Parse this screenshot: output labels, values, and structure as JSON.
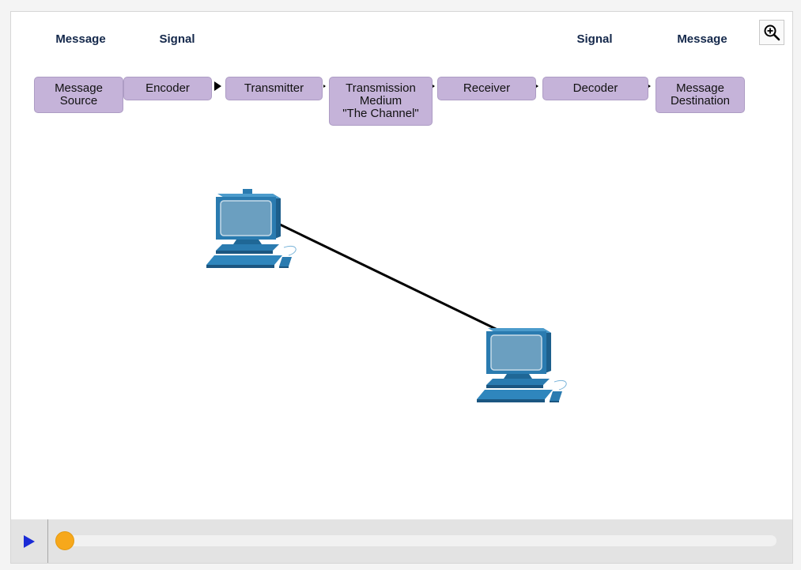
{
  "header_labels": {
    "message_left": "Message",
    "signal_left": "Signal",
    "signal_right": "Signal",
    "message_right": "Message"
  },
  "stages": [
    {
      "label": "Message\nSource"
    },
    {
      "label": "Encoder"
    },
    {
      "label": "Transmitter"
    },
    {
      "label": "Transmission\nMedium\n\"The Channel\""
    },
    {
      "label": "Receiver"
    },
    {
      "label": "Decoder"
    },
    {
      "label": "Message\nDestination"
    }
  ],
  "icons": {
    "zoom": "zoom-in-icon",
    "play": "play-icon",
    "device": "pc-icon"
  },
  "colors": {
    "header_text": "#14284b",
    "stage_fill": "#c5b3d9",
    "pc_blue": "#2a7bb0",
    "slider_thumb": "#f7a81b",
    "play": "#1a2bd6"
  },
  "playback": {
    "progress": 0
  }
}
